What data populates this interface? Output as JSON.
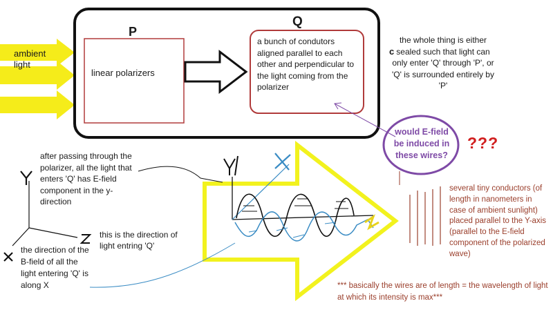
{
  "labels": {
    "ambient": "ambient\nlight",
    "p_title": "P",
    "q_title": "Q",
    "p_box_text": "linear polarizers",
    "q_box_text": "a bunch of condutors aligned parallel to each other and perpendicular to the light coming from the polarizer",
    "sealed_note": "the whole thing is either sealed such that light can only enter 'Q' through 'P', or 'Q' is surrounded entirely by 'P'",
    "question": "would E-field be induced in these wires?",
    "question_marks": "???",
    "after_passing": "after passing through the polarizer, all the light that enters 'Q' has E-field component in the y-direction",
    "direction_light": "this is the direction of light entring 'Q'",
    "bfield": "the direction of the B-field of all the light entering 'Q' is along X",
    "conductors_note": "several tiny conductors (of length in nanometers in case of ambient sunlight) placed parallel to the Y-axis (parallel to the E-field component of the polarized wave)",
    "bottom_note": "*** basically the wires are of length = the wavelength of light at which its intensity is max***",
    "axis_y": "Y",
    "axis_z": "Z",
    "axis_x": "X",
    "wave_x": "X",
    "wave_y": "Y",
    "stray_c": "c"
  },
  "colors": {
    "ink": "#111111",
    "ambient_arrow": "#f5ec1a",
    "big_arrow": "#f2f21e",
    "q_border": "#b03a3a",
    "ellipse": "#7e4aa6",
    "question_marks": "#d11e1e",
    "conductor_text": "#9a3e2b",
    "blue": "#3a8cc4"
  }
}
